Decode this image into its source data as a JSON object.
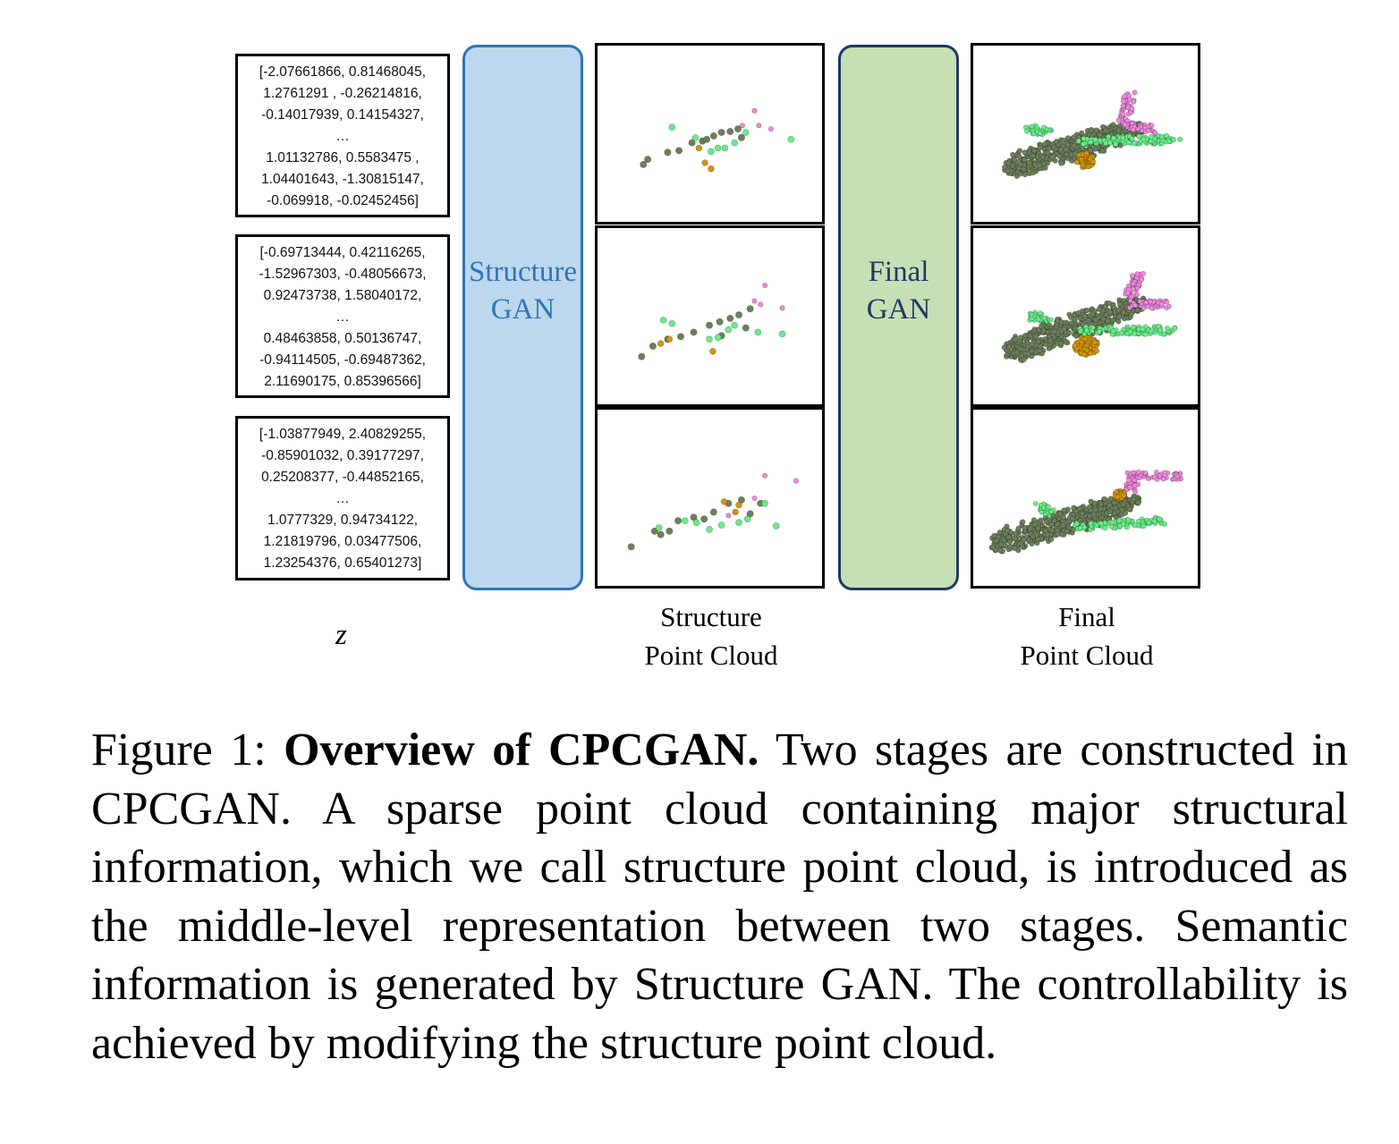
{
  "z_vectors": [
    [
      "[-2.07661866, 0.81468045,",
      "1.2761291 , -0.26214816,",
      "-0.14017939, 0.14154327,",
      "…",
      "1.01132786, 0.5583475 ,",
      "1.04401643, -1.30815147,",
      "-0.069918, -0.02452456]"
    ],
    [
      "[-0.69713444, 0.42116265,",
      "-1.52967303, -0.48056673,",
      "0.92473738,  1.58040172,",
      "…",
      "0.48463858,  0.50136747,",
      "-0.94114505, -0.69487362,",
      "2.11690175,  0.85396566]"
    ],
    [
      "[-1.03877949, 2.40829255,",
      "-0.85901032, 0.39177297,",
      "0.25208377, -0.44852165,",
      "…",
      "1.0777329, 0.94734122,",
      "1.21819796, 0.03477506,",
      "1.23254376, 0.65401273]"
    ]
  ],
  "z_label": "z",
  "structure_gan": {
    "line1": "Structure",
    "line2": "GAN",
    "fill": "#bdd7ee",
    "stroke": "#2e75b6"
  },
  "final_gan": {
    "line1": "Final",
    "line2": "GAN",
    "fill": "#c5e0b4",
    "stroke": "#1f3864"
  },
  "structure_cloud_label": {
    "line1": "Structure",
    "line2": "Point Cloud"
  },
  "final_cloud_label": {
    "line1": "Final",
    "line2": "Point Cloud"
  },
  "part_colors": {
    "body": "#6b7f5a",
    "wing": "#66ee88",
    "tail": "#ee88dd",
    "engine": "#d4950e"
  },
  "caption": {
    "prefix": "Figure 1: ",
    "bold": "Overview of CPCGAN.",
    "text": " Two stages are constructed in CPCGAN. A sparse point cloud containing major structural information, which we call structure point cloud, is introduced as the middle-level representation between two stages. Semantic information is generated by Structure GAN. The controllability is achieved by modifying the structure point cloud."
  }
}
